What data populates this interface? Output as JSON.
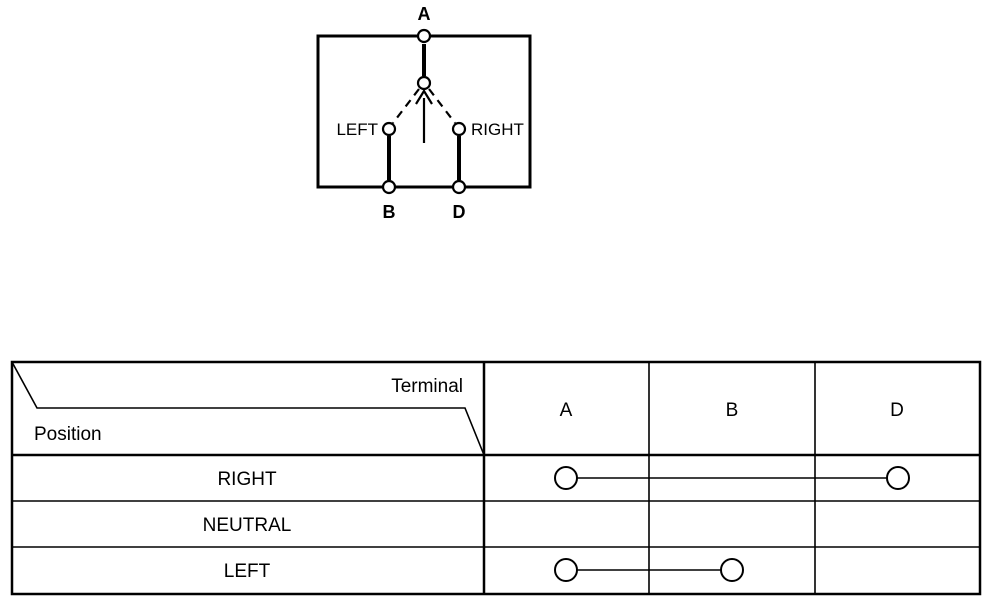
{
  "switch_diagram": {
    "terminal_top": "A",
    "terminal_bottom_left": "B",
    "terminal_bottom_right": "D",
    "contact_left": "LEFT",
    "contact_right": "RIGHT"
  },
  "continuity_table": {
    "header_terminal": "Terminal",
    "header_position": "Position",
    "columns": [
      "A",
      "B",
      "D"
    ],
    "rows": [
      {
        "position": "RIGHT",
        "connected": [
          "A",
          "D"
        ]
      },
      {
        "position": "NEUTRAL",
        "connected": []
      },
      {
        "position": "LEFT",
        "connected": [
          "A",
          "B"
        ]
      }
    ]
  }
}
